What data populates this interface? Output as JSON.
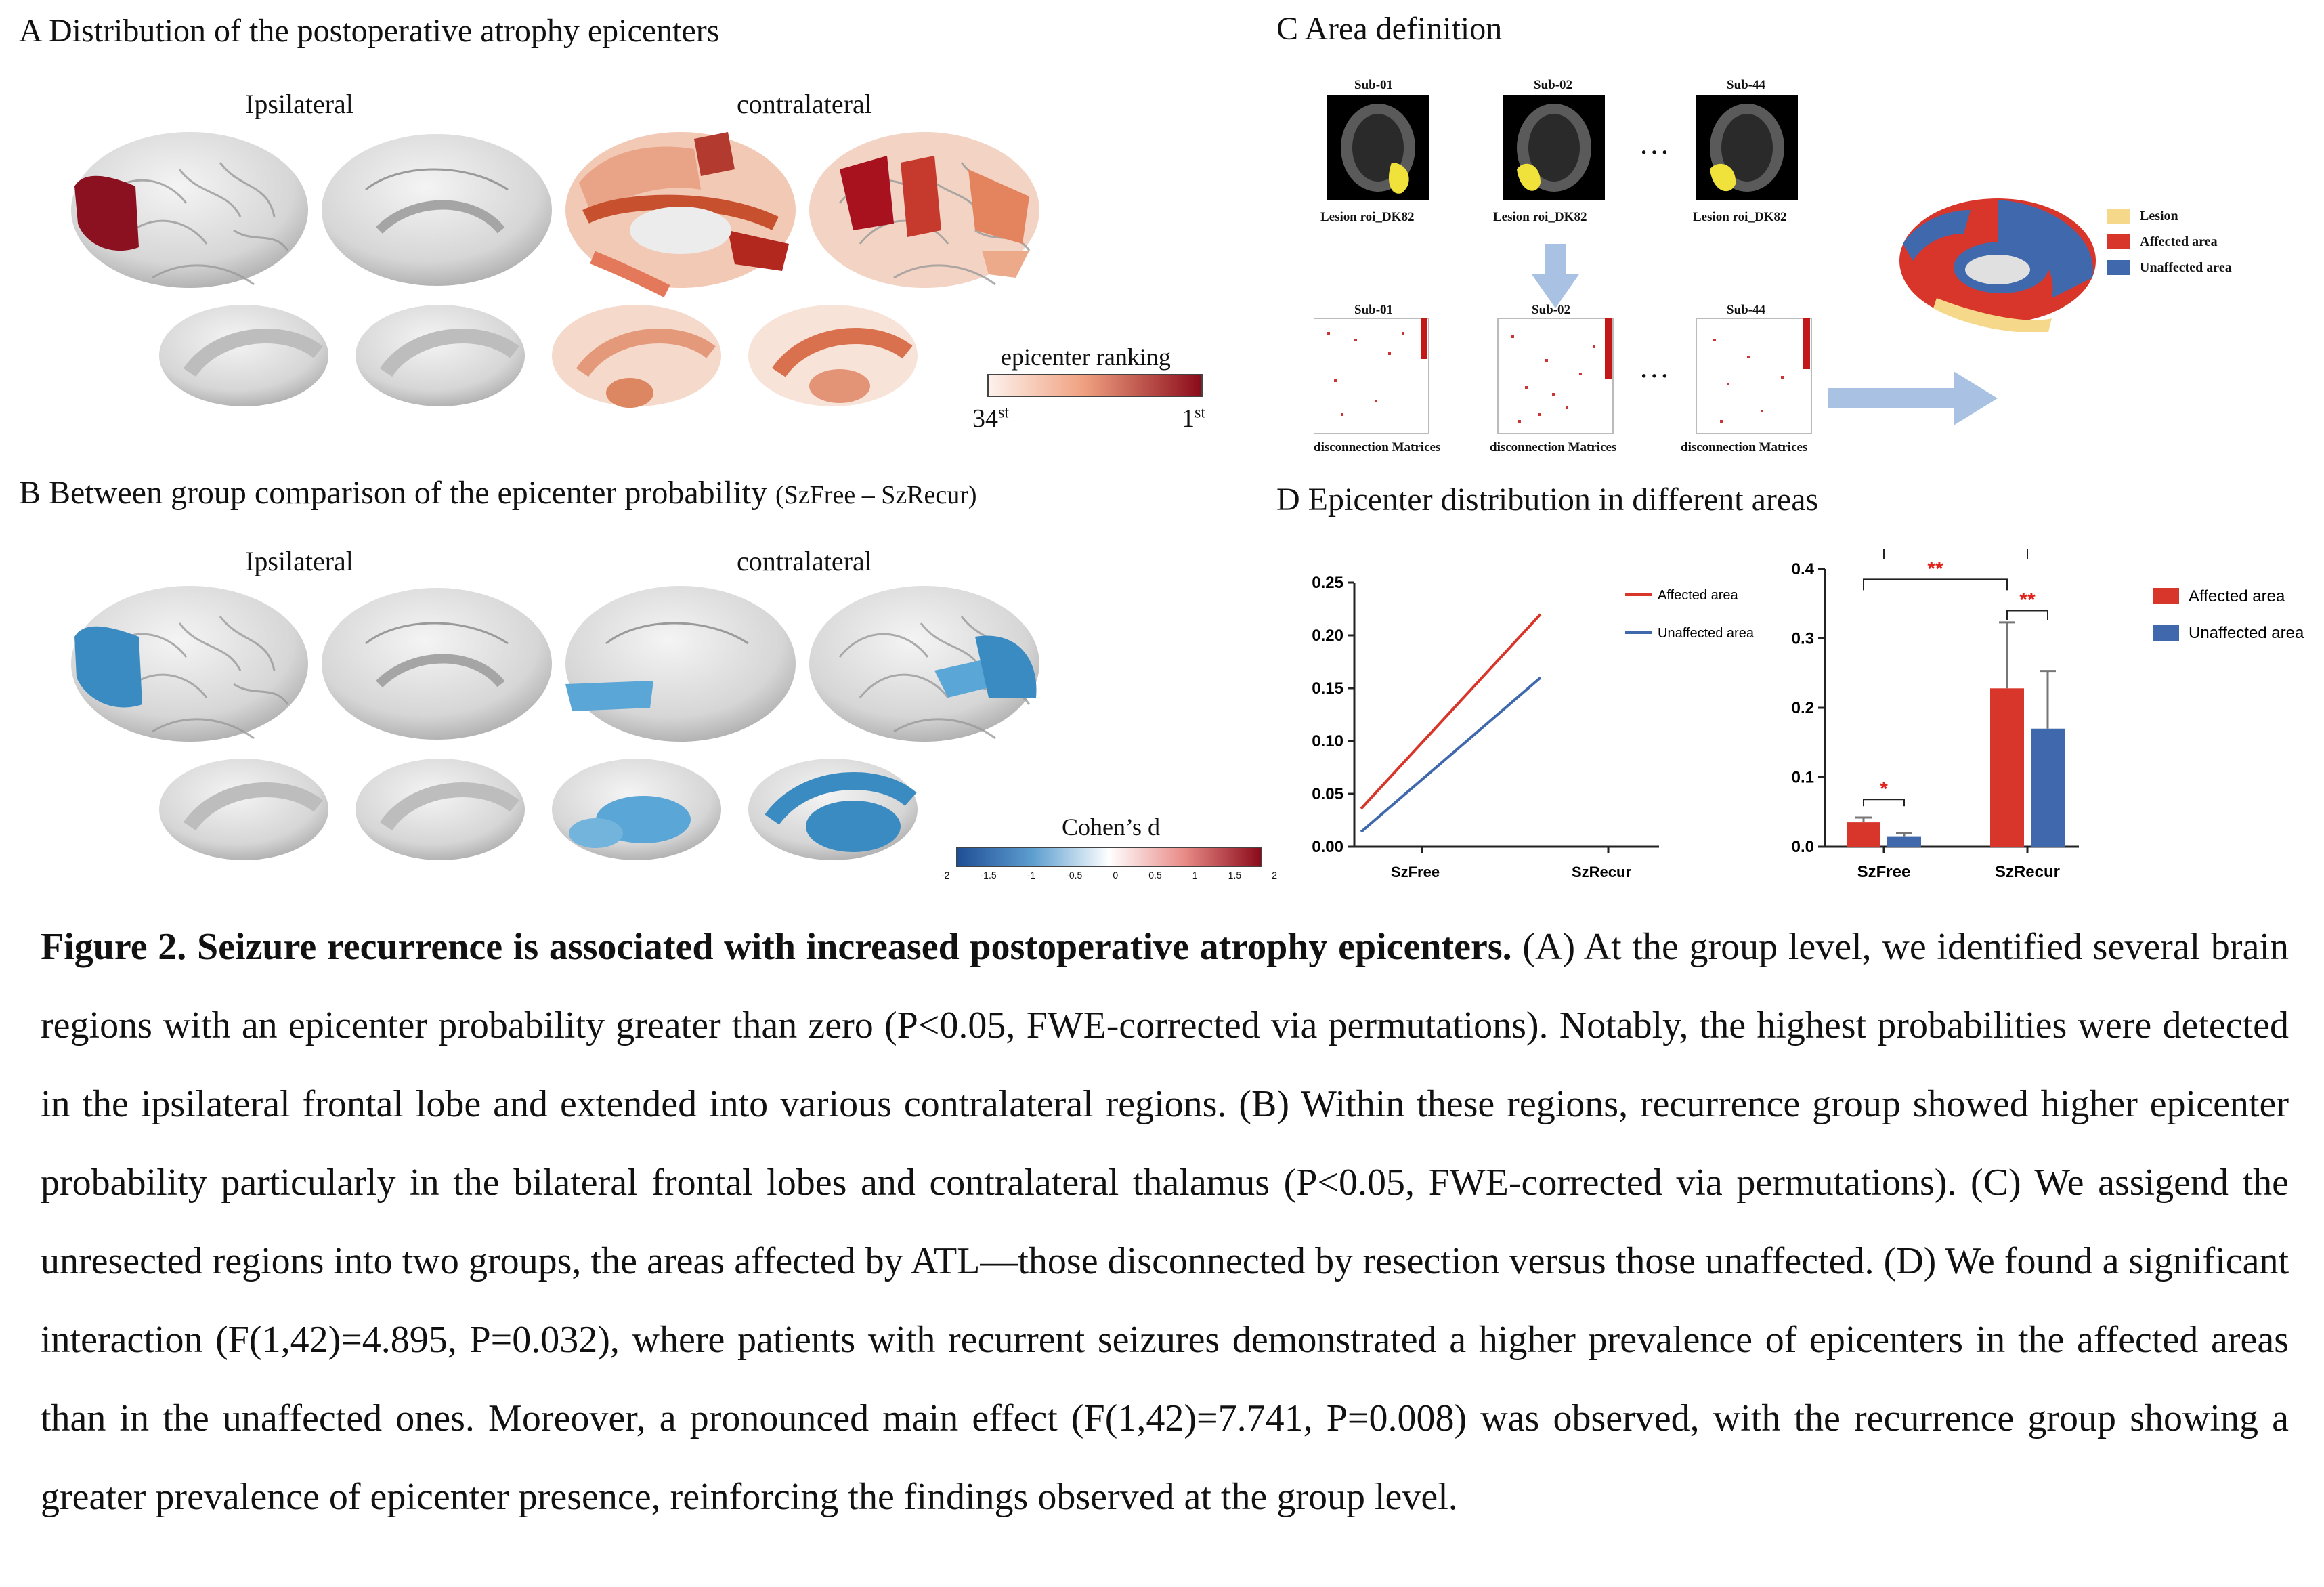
{
  "panelA": {
    "title": "A  Distribution of the postoperative atrophy epicenters",
    "ipsilateral": "Ipsilateral",
    "contralateral": "contralateral",
    "colorbar": {
      "label": "epicenter ranking",
      "left_num": "34",
      "left_sup": "st",
      "right_num": "1",
      "right_sup": "st",
      "low_color": "#fdf2ec",
      "high_color": "#8b0a1a"
    }
  },
  "panelB": {
    "title": "B  Between group comparison of the epicenter probability",
    "title_small": "(SzFree – SzRecur)",
    "ipsilateral": "Ipsilateral",
    "contralateral": "contralateral",
    "colorbar": {
      "label": "Cohen’s d",
      "ticks": [
        "-2",
        "-1.5",
        "-1",
        "-0.5",
        "0",
        "0.5",
        "1",
        "1.5",
        "2"
      ],
      "low_color": "#1f4e96",
      "high_color": "#8b0a1a"
    }
  },
  "panelC": {
    "title": "C  Area definition",
    "subjects": [
      "Sub-01",
      "Sub-02",
      "Sub-44"
    ],
    "roi_label": "Lesion roi_DK82",
    "matrix_label": "disconnection Matrices",
    "ellipsis": "…",
    "legend": [
      {
        "label": "Lesion",
        "color": "#f5d889"
      },
      {
        "label": "Affected area",
        "color": "#d8362b"
      },
      {
        "label": "Unaffected area",
        "color": "#3f68ad"
      }
    ]
  },
  "panelD": {
    "title": "D  Epicenter distribution in different areas"
  },
  "chart_data": [
    {
      "type": "line",
      "x": [
        "SzFree",
        "SzRecur"
      ],
      "ylim": [
        0,
        0.25
      ],
      "yticks": [
        "0.00",
        "0.05",
        "0.10",
        "0.15",
        "0.20",
        "0.25"
      ],
      "series": [
        {
          "name": "Affected area",
          "values": [
            0.036,
            0.22
          ],
          "color": "#d8362b"
        },
        {
          "name": "Unaffected area",
          "values": [
            0.014,
            0.16
          ],
          "color": "#3f68ad"
        }
      ]
    },
    {
      "type": "bar",
      "categories": [
        "SzFree",
        "SzRecur"
      ],
      "ylim": [
        0,
        0.4
      ],
      "yticks": [
        "0.0",
        "0.1",
        "0.2",
        "0.3",
        "0.4"
      ],
      "series": [
        {
          "name": "Affected area",
          "values": [
            0.035,
            0.228
          ],
          "errors": [
            0.007,
            0.095
          ],
          "color": "#d8362b"
        },
        {
          "name": "Unaffected area",
          "values": [
            0.015,
            0.17
          ],
          "errors": [
            0.004,
            0.083
          ],
          "color": "#3f68ad"
        }
      ],
      "significance": [
        {
          "label": "*"
        },
        {
          "label": "**"
        },
        {
          "label": "**"
        },
        {
          "label": "*"
        }
      ]
    }
  ],
  "caption": {
    "bold": "Figure 2. Seizure recurrence is associated with increased postoperative atrophy epicenters.",
    "text": " (A) At the group level, we identified several brain regions with an epicenter probability greater than zero (P<0.05, FWE-corrected via permutations). Notably, the highest probabilities were detected in the ipsilateral frontal lobe and extended into various contralateral regions. (B) Within these regions, recurrence group showed higher epicenter probability particularly in the bilateral frontal lobes and contralateral thalamus (P<0.05, FWE-corrected via permutations). (C) We assigend the unresected regions into two groups, the areas affected by ATL—those disconnected by resection versus those unaffected. (D) We found a significant interaction (F(1,42)=4.895, P=0.032), where patients with recurrent seizures demonstrated a higher prevalence of epicenters in the affected areas than in the unaffected ones. Moreover, a pronounced main effect (F(1,42)=7.741, P=0.008) was observed, with the recurrence group showing a greater prevalence of epicenter presence, reinforcing the findings observed at the group level."
  }
}
